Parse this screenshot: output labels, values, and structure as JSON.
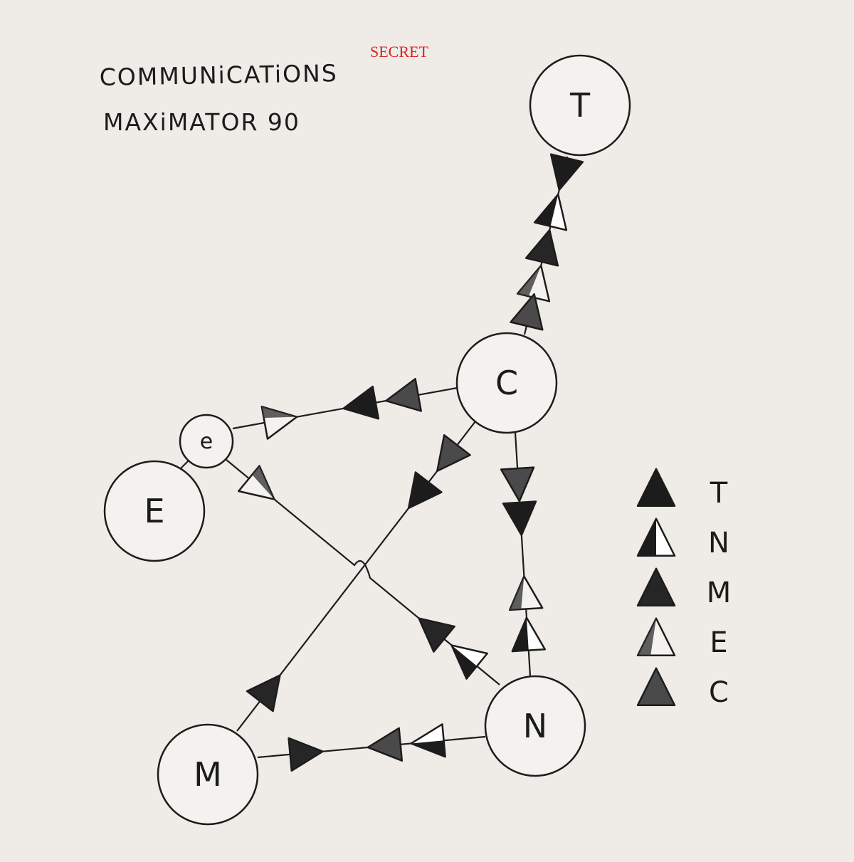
{
  "header": {
    "classification": "SECRET",
    "title_line1": "COMMUNiCATiONS",
    "title_line2": "MAXiMATOR 90"
  },
  "nodes": [
    {
      "id": "T",
      "label": "T"
    },
    {
      "id": "C",
      "label": "C"
    },
    {
      "id": "e",
      "label": "e"
    },
    {
      "id": "E",
      "label": "E"
    },
    {
      "id": "M",
      "label": "M"
    },
    {
      "id": "N",
      "label": "N"
    }
  ],
  "edges": [
    {
      "id": "T-C",
      "from": "T",
      "to": "C",
      "arrows": [
        {
          "owner": "T",
          "toward": "C"
        },
        {
          "owner": "N",
          "toward": "T"
        },
        {
          "owner": "M",
          "toward": "T"
        },
        {
          "owner": "E",
          "toward": "T"
        },
        {
          "owner": "C",
          "toward": "T"
        }
      ]
    },
    {
      "id": "C-e",
      "from": "C",
      "to": "e",
      "arrows": [
        {
          "owner": "C",
          "toward": "e"
        },
        {
          "owner": "T",
          "toward": "e"
        },
        {
          "owner": "E",
          "toward": "C"
        }
      ]
    },
    {
      "id": "C-M",
      "from": "C",
      "to": "M",
      "arrows": [
        {
          "owner": "C",
          "toward": "M"
        },
        {
          "owner": "T",
          "toward": "M"
        },
        {
          "owner": "M",
          "toward": "C"
        }
      ]
    },
    {
      "id": "C-N",
      "from": "C",
      "to": "N",
      "arrows": [
        {
          "owner": "C",
          "toward": "N"
        },
        {
          "owner": "T",
          "toward": "N"
        },
        {
          "owner": "E",
          "toward": "C"
        },
        {
          "owner": "N",
          "toward": "C"
        }
      ]
    },
    {
      "id": "e-N",
      "from": "e",
      "to": "N",
      "arrows": [
        {
          "owner": "E",
          "toward": "N"
        },
        {
          "owner": "M",
          "toward": "e"
        },
        {
          "owner": "N",
          "toward": "e"
        }
      ]
    },
    {
      "id": "N-M",
      "from": "N",
      "to": "M",
      "arrows": [
        {
          "owner": "N",
          "toward": "M"
        },
        {
          "owner": "C",
          "toward": "M"
        },
        {
          "owner": "M",
          "toward": "N"
        }
      ]
    },
    {
      "id": "e-E",
      "from": "e",
      "to": "E",
      "arrows": []
    }
  ],
  "legend": [
    {
      "key": "T",
      "label": "T",
      "style": "solid"
    },
    {
      "key": "N",
      "label": "N",
      "style": "half"
    },
    {
      "key": "M",
      "label": "M",
      "style": "solid"
    },
    {
      "key": "E",
      "label": "E",
      "style": "open"
    },
    {
      "key": "C",
      "label": "C",
      "style": "shaded"
    }
  ]
}
